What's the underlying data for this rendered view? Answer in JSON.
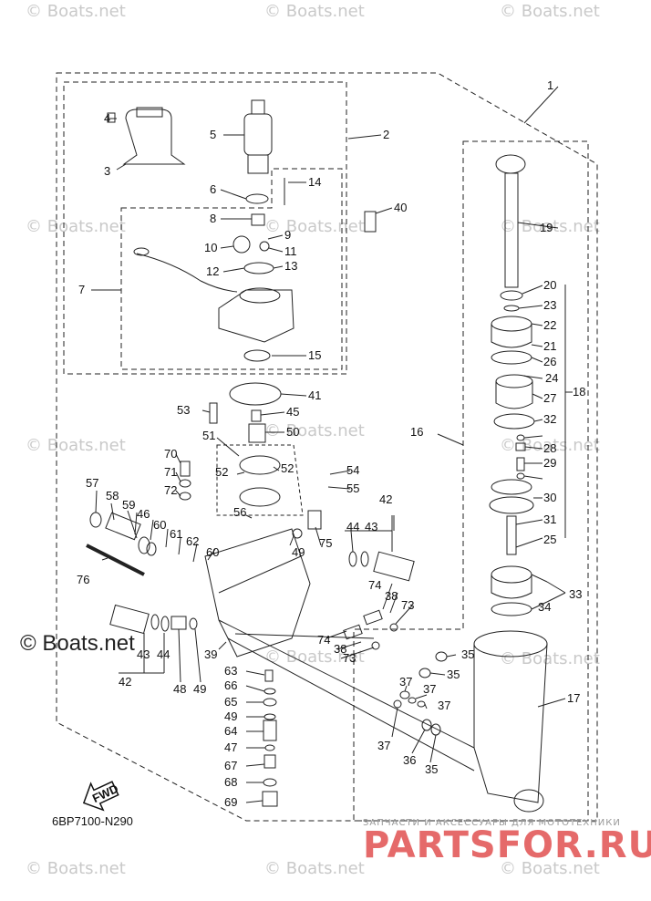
{
  "watermarks": [
    "© Boats.net"
  ],
  "watermark_left": "© Boats.net",
  "diagram_code": "6BP7100-N290",
  "fwd_label": "FWD",
  "brand_sub": "ЗАПЧАСТИ И АКСЕССУАРЫ ДЛЯ МОТОТЕХНИКИ",
  "brand_main": "PARTSFOR.RU",
  "callouts": [
    "1",
    "2",
    "3",
    "4",
    "5",
    "6",
    "7",
    "8",
    "9",
    "10",
    "11",
    "12",
    "13",
    "14",
    "15",
    "16",
    "17",
    "18",
    "19",
    "20",
    "21",
    "22",
    "23",
    "24",
    "25",
    "26",
    "27",
    "28",
    "29",
    "30",
    "31",
    "32",
    "33",
    "34",
    "35",
    "36",
    "37",
    "38",
    "39",
    "40",
    "41",
    "42",
    "43",
    "44",
    "45",
    "46",
    "47",
    "48",
    "49",
    "50",
    "51",
    "52",
    "53",
    "54",
    "55",
    "56",
    "57",
    "58",
    "59",
    "60",
    "61",
    "62",
    "63",
    "64",
    "65",
    "66",
    "67",
    "68",
    "69",
    "70",
    "71",
    "72",
    "73",
    "74",
    "75",
    "76"
  ]
}
